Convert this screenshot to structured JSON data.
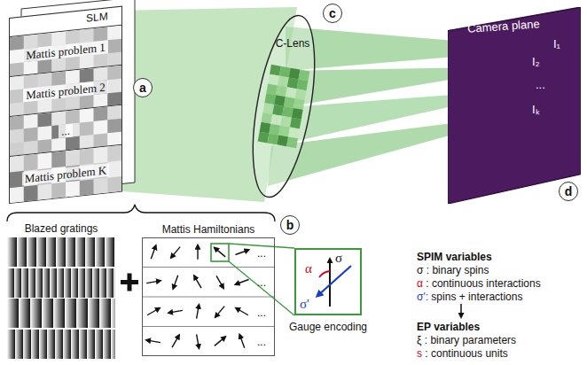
{
  "diagram": {
    "nodes": [
      {
        "text": [
          "SLM"
        ]
      },
      {
        "text": [
          "Mattis problem 1"
        ],
        "in": 0
      },
      {
        "text": [
          "Mattis problem 2"
        ],
        "in": 0
      },
      {
        "text": [
          "..."
        ],
        "in": 0
      },
      {
        "text": [
          "Mattis problem K"
        ],
        "in": 0
      },
      {
        "text": [
          "C-Lens"
        ]
      },
      {
        "text": [
          "Camera plane"
        ]
      },
      {
        "text": [
          "Blazed gratings"
        ]
      },
      {
        "text": [
          "Mattis Hamiltonians"
        ]
      },
      {
        "text": [
          "Gauge encoding"
        ]
      },
      {
        "text": [
          "a"
        ]
      },
      {
        "text": [
          "b"
        ]
      },
      {
        "text": [
          "c"
        ]
      },
      {
        "text": [
          "d"
        ]
      }
    ],
    "labels": [
      "I₁",
      "I₂",
      "...",
      "Iₖ",
      "...",
      "...",
      "...",
      "...",
      "α",
      "σ",
      "σ'",
      "SPIM variables",
      "σ : binary spins",
      "α : continuous interactions",
      "σ': spins + interactions",
      "EP variables",
      "ξ : binary parameters",
      "s : continuous units"
    ]
  }
}
